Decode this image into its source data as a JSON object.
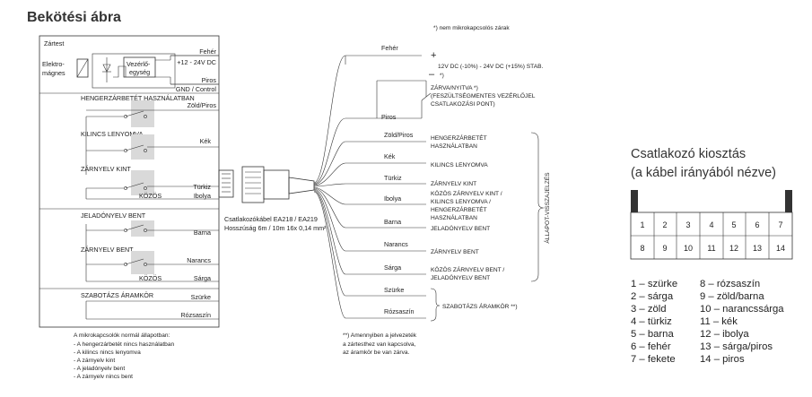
{
  "title": "Bekötési ábra",
  "note_top": "*) nem mikrokapcsolós zárak",
  "left": {
    "zartest": "Zártest",
    "elektromagnes": [
      "Elektro-",
      "mágnes"
    ],
    "vezerlo": [
      "Vezérlő-",
      "egység"
    ],
    "feher": "Fehér",
    "dc": "+12 - 24V DC",
    "piros": "Piros",
    "gnd": "GND / Control",
    "hengerzar": "HENGERZÁRBETÉT HASZNÁLATBAN",
    "zoldpiros": "Zöld/Piros",
    "kilincs": "KILINCS LENYOMVA",
    "kek": "Kék",
    "zarnyelv_kint": "ZÁRNYELV KINT",
    "turkiz": "Türkiz",
    "kozos1": "KÖZÖS",
    "ibolya": "Ibolya",
    "jeladonyelv": "JELADÓNYELV BENT",
    "barna": "Barna",
    "zarnyelv_bent": "ZÁRNYELV BENT",
    "narancs": "Narancs",
    "kozos2": "KÖZÖS",
    "sarga": "Sárga",
    "szabotazs": "SZABOTÁZS ÁRAMKÖR",
    "szurke": "Szürke",
    "rozsaszin": "Rózsaszín",
    "footnote": [
      "A mikrokapcsolók normál állapotban:",
      "- A hengerzárbetét nincs használatban",
      "- A kilincs nincs lenyomva",
      "- A zárnyelv kint",
      "- A jeladónyelv bent",
      "- A zárnyelv nincs bent"
    ]
  },
  "cable": [
    "Csatlakozókábel EA218 / EA219",
    "Hosszúság 6m / 10m 16x 0,14 mm²"
  ],
  "right": {
    "feher": "Fehér",
    "plus": "+",
    "minus": "–",
    "minus_star": "*)",
    "voltage": "12V DC (-10%) - 24V DC (+15%) STAB.",
    "piros": "Piros",
    "zarva": [
      "ZÁRVA/NYITVA *)",
      "(FESZÜLTSÉGMENTES VEZÉRLŐJEL",
      "CSATLAKOZÁSI PONT)"
    ],
    "vertical": "ÁLLAPOT-VISSZAJELZÉS",
    "wires": [
      {
        "label": "Zöld/Piros",
        "desc": [
          "HENGERZÁRBETÉT",
          "HASZNÁLATBAN"
        ]
      },
      {
        "label": "Kék",
        "desc": [
          "KILINCS LENYOMVA"
        ]
      },
      {
        "label": "Türkiz",
        "desc": [
          "ZÁRNYELV KINT"
        ]
      },
      {
        "label": "Ibolya",
        "desc": [
          "KÖZÖS ZÁRNYELV KINT /",
          "KILINCS LENYOMVA /",
          "HENGERZÁRBETÉT",
          "HASZNÁLATBAN"
        ]
      },
      {
        "label": "Barna",
        "desc": [
          "JELADÓNYELV BENT"
        ]
      },
      {
        "label": "Narancs",
        "desc": [
          "ZÁRNYELV BENT"
        ]
      },
      {
        "label": "Sárga",
        "desc": [
          "KÖZÖS ZÁRNYELV BENT /",
          "JELADÓNYELV BENT"
        ]
      },
      {
        "label": "Szürke",
        "desc": []
      },
      {
        "label": "Rózsaszín",
        "desc": []
      }
    ],
    "szabotazs": "SZABOTÁZS ÁRAMKÖR **)",
    "footnote": [
      "**) Amennyiben a jelvezeték",
      "a zártesthez van kapcsolva,",
      "az áramkör be van zárva."
    ]
  },
  "pinout": {
    "title": [
      "Csatlakozó kiosztás",
      "(a kábel irányából nézve)"
    ],
    "row1": [
      "1",
      "2",
      "3",
      "4",
      "5",
      "6",
      "7"
    ],
    "row2": [
      "8",
      "9",
      "10",
      "11",
      "12",
      "13",
      "14"
    ],
    "legend": [
      [
        "1 – szürke",
        "8 – rózsaszín"
      ],
      [
        "2 – sárga",
        "9 – zöld/barna"
      ],
      [
        "3 – zöld",
        "10 – narancssárga"
      ],
      [
        "4 – türkiz",
        "11 – kék"
      ],
      [
        "5 – barna",
        "12 – ibolya"
      ],
      [
        "6 – fehér",
        "13 – sárga/piros"
      ],
      [
        "7 – fekete",
        "14 – piros"
      ]
    ]
  }
}
